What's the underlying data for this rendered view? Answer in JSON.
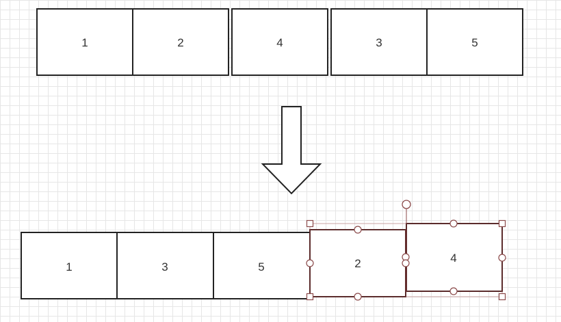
{
  "top_row": {
    "boxes": [
      {
        "label": "1"
      },
      {
        "label": "2"
      },
      {
        "label": "4"
      },
      {
        "label": "3"
      },
      {
        "label": "5"
      }
    ]
  },
  "bottom_row": {
    "boxes": [
      {
        "label": "1"
      },
      {
        "label": "3"
      },
      {
        "label": "5"
      },
      {
        "label": "2"
      },
      {
        "label": "4"
      }
    ]
  },
  "arrow": {
    "icon": "down-arrow-icon"
  },
  "selection": {
    "handle_color": "#8b4a4a",
    "rotate_handle_color": "#8b4a4a"
  }
}
